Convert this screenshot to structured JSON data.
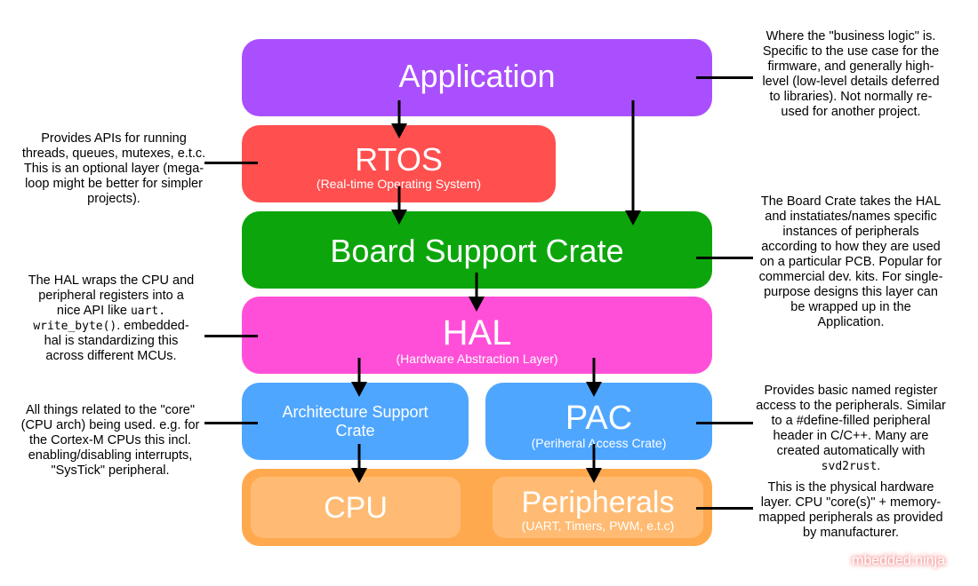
{
  "layers": {
    "application": {
      "title": "Application",
      "color": "#aa4ffd"
    },
    "rtos": {
      "title": "RTOS",
      "subtitle": "(Real-time Operating System)",
      "color": "#ff4f4f"
    },
    "bsc": {
      "title": "Board Support Crate",
      "color": "#0ca60c"
    },
    "hal": {
      "title": "HAL",
      "subtitle": "(Hardware Abstraction Layer)",
      "color": "#ff4fd8"
    },
    "arch": {
      "title_line1": "Architecture Support",
      "title_line2": "Crate",
      "color": "#4fa6ff"
    },
    "pac": {
      "title": "PAC",
      "subtitle": "(Periheral Access Crate)",
      "color": "#4fa6ff"
    },
    "hardware": {
      "color": "#ffa94f",
      "inner_color": "#ffbb73",
      "cpu": {
        "title": "CPU"
      },
      "peripherals": {
        "title": "Peripherals",
        "subtitle": "(UART, Timers, PWM, e.t.c)"
      }
    }
  },
  "notes": {
    "application": "Where the \"business logic\" is. Specific to the use case for the firmware, and generally high-level (low-level details deferred to libraries). Not normally re-used for another project.",
    "rtos": "Provides APIs for running threads, queues, mutexes, e.t.c. This is an optional layer (mega-loop might be better for simpler projects).",
    "bsc": "The Board Crate takes the HAL and instatiates/names specific instances of peripherals according to how they are used on a particular PCB. Popular for commercial dev. kits. For single-purpose designs this layer can be wrapped up in the Application.",
    "hal": {
      "part1": "The HAL wraps the CPU and peripheral registers into a nice API like ",
      "code": "uart. write_byte()",
      "part2": ". embedded-hal is standardizing this across different MCUs."
    },
    "arch": "All things related to the \"core\" (CPU arch) being used. e.g. for the Cortex-M CPUs this incl. enabling/disabling interrupts, \"SysTick\" peripheral.",
    "pac": {
      "part1": "Provides basic named register access to the peripherals. Similar to a #define-filled peripheral header in C/C++. Many are created automatically with ",
      "code": "svd2rust",
      "part2": "."
    },
    "hardware": "This is the physical hardware layer. CPU \"core(s)\" + memory-mapped peripherals as provided by manufacturer."
  },
  "watermark": "mbedded.ninja"
}
